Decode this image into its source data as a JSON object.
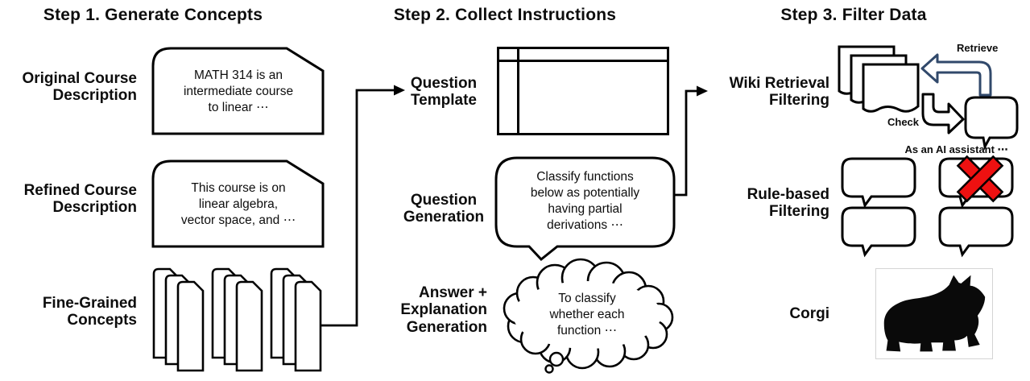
{
  "figure": {
    "description": "Three-step data pipeline diagram"
  },
  "step1": {
    "title": "Step 1. Generate Concepts",
    "original_label": "Original Course\nDescription",
    "original_text": "MATH 314 is an\nintermediate course\nto linear ⋯",
    "refined_label": "Refined Course\nDescription",
    "refined_text": "This course is on\nlinear algebra,\nvector space, and ⋯",
    "concepts_label": "Fine-Grained\nConcepts"
  },
  "step2": {
    "title": "Step 2. Collect Instructions",
    "template_label": "Question\nTemplate",
    "generation_label": "Question\nGeneration",
    "generation_text": "Classify functions\nbelow as potentially\nhaving partial\nderivations ⋯",
    "answer_label": "Answer +\nExplanation\nGeneration",
    "answer_text": "To classify\nwhether each\nfunction ⋯"
  },
  "step3": {
    "title": "Step 3. Filter Data",
    "wiki_label": "Wiki Retrieval\nFiltering",
    "retrieve_label": "Retrieve",
    "check_label": "Check",
    "assistant_text": "As an AI assistant ⋯",
    "rule_label": "Rule-based\nFiltering",
    "corgi_label": "Corgi"
  },
  "icons": {
    "note_box": "note-with-folded-corner",
    "concept_cards": "stacked-tall-cards",
    "question_table": "table-grid",
    "speech_bubble": "speech-bubble",
    "thought_cloud": "thought-cloud",
    "document_stack": "stacked-wavy-documents",
    "retrieve_arrow": "elbow-arrow-left",
    "check_arrow": "elbow-arrow-right",
    "red_x": "rejected-cross",
    "corgi": "corgi-dog-silhouette"
  },
  "colors": {
    "line": "#000000",
    "retrieve_arrow": "#31496b",
    "red_x": "#ee1111"
  }
}
